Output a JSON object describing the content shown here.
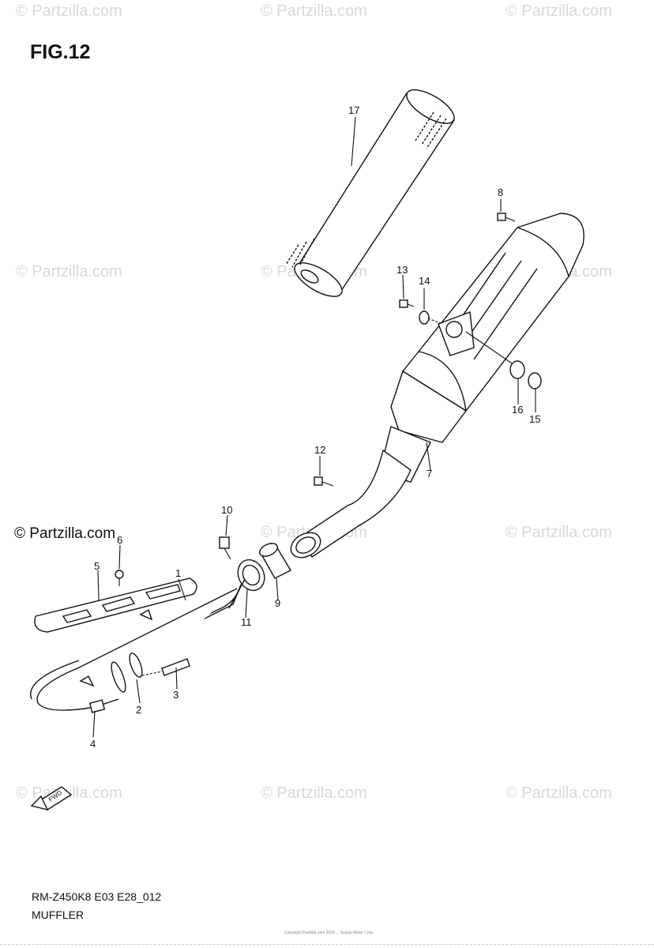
{
  "figure": {
    "title": "FIG.12",
    "model_code": "RM-Z450K8 E03 E28_012",
    "section_name": "MUFFLER",
    "copyright": "Copyright Partzilla.com 2024 ... Suzuki Motor Corp"
  },
  "watermark": {
    "text": "© Partzilla.com",
    "corner_mark": "© Partzilla.com"
  },
  "callouts": [
    "1",
    "2",
    "3",
    "4",
    "5",
    "6",
    "7",
    "8",
    "9",
    "10",
    "11",
    "12",
    "13",
    "14",
    "15",
    "16",
    "17"
  ],
  "icons": {
    "fwd_arrow": "fwd-arrow-icon",
    "fwd_text": "FWD"
  },
  "colors": {
    "line": "#111111",
    "watermark": "#d9d9d9",
    "background": "#ffffff"
  }
}
